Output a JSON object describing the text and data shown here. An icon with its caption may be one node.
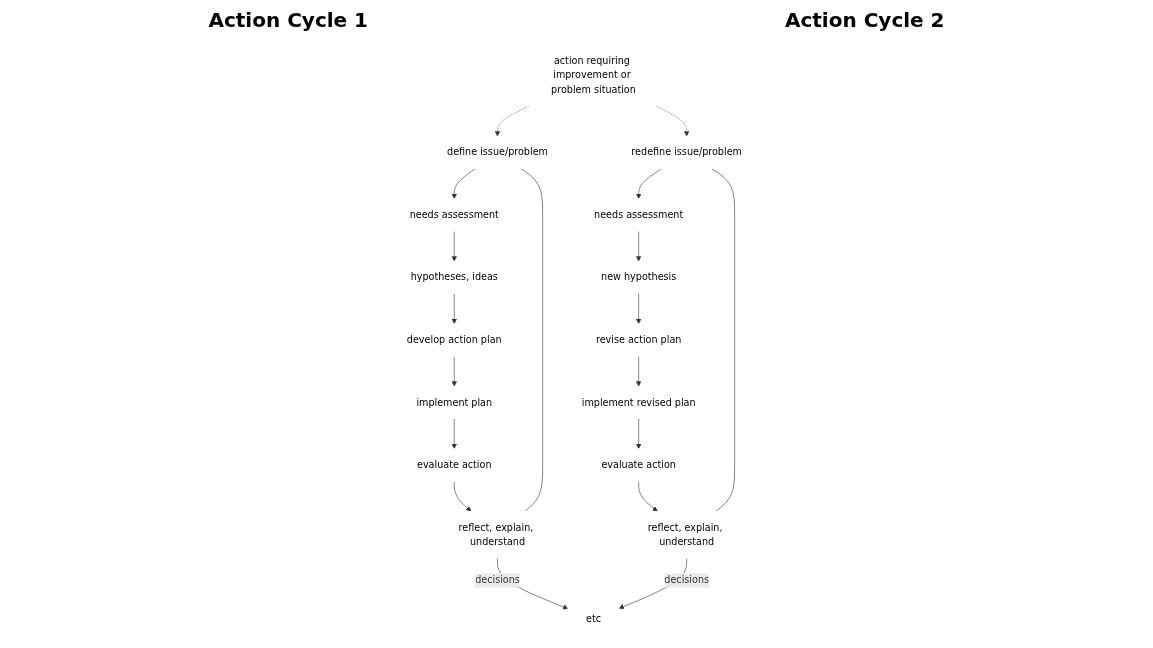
{
  "diagram": {
    "nodes": [
      {
        "text": [
          "action requiring improvement or problem situation"
        ]
      },
      {
        "text": [
          "define issue/problem"
        ]
      },
      {
        "text": [
          "needs assessment"
        ]
      },
      {
        "text": [
          "hypotheses, ideas"
        ]
      },
      {
        "text": [
          "develop action plan"
        ]
      },
      {
        "text": [
          "implement plan"
        ]
      },
      {
        "text": [
          "evaluate action"
        ]
      },
      {
        "text": [
          "reflect, explain, understand"
        ]
      },
      {
        "text": [
          "redefine issue/problem"
        ]
      },
      {
        "text": [
          "needs assessment"
        ]
      },
      {
        "text": [
          "new hypothesis"
        ]
      },
      {
        "text": [
          "revise action plan"
        ]
      },
      {
        "text": [
          "implement revised plan"
        ]
      },
      {
        "text": [
          "evaluate action"
        ]
      },
      {
        "text": [
          "reflect, explain, understand"
        ]
      },
      {
        "text": [
          "etc"
        ]
      }
    ],
    "edges": [
      {
        "from": 0,
        "to": 1,
        "arrow": "to",
        "style": "dashed"
      },
      {
        "from": 1,
        "to": 2,
        "arrow": "to"
      },
      {
        "from": 2,
        "to": 3,
        "arrow": "to"
      },
      {
        "from": 3,
        "to": 4,
        "arrow": "to"
      },
      {
        "from": 4,
        "to": 5,
        "arrow": "to"
      },
      {
        "from": 5,
        "to": 6,
        "arrow": "to"
      },
      {
        "from": 6,
        "to": 7,
        "arrow": "to"
      },
      {
        "from": 7,
        "to": 1,
        "arrow": "none"
      },
      {
        "from": 7,
        "to": 15,
        "label": "decisions",
        "arrow": "to"
      },
      {
        "from": 0,
        "to": 8,
        "arrow": "to",
        "style": "dashed"
      },
      {
        "from": 8,
        "to": 9,
        "arrow": "to"
      },
      {
        "from": 9,
        "to": 10,
        "arrow": "to"
      },
      {
        "from": 10,
        "to": 11,
        "arrow": "to"
      },
      {
        "from": 11,
        "to": 12,
        "arrow": "to"
      },
      {
        "from": 12,
        "to": 13,
        "arrow": "to"
      },
      {
        "from": 13,
        "to": 14,
        "arrow": "to"
      },
      {
        "from": 14,
        "to": 8,
        "arrow": "none"
      },
      {
        "from": 14,
        "to": 15,
        "label": "decisions",
        "arrow": "to"
      }
    ],
    "labels": [
      "Action Cycle 1",
      "Action Cycle 2"
    ]
  }
}
